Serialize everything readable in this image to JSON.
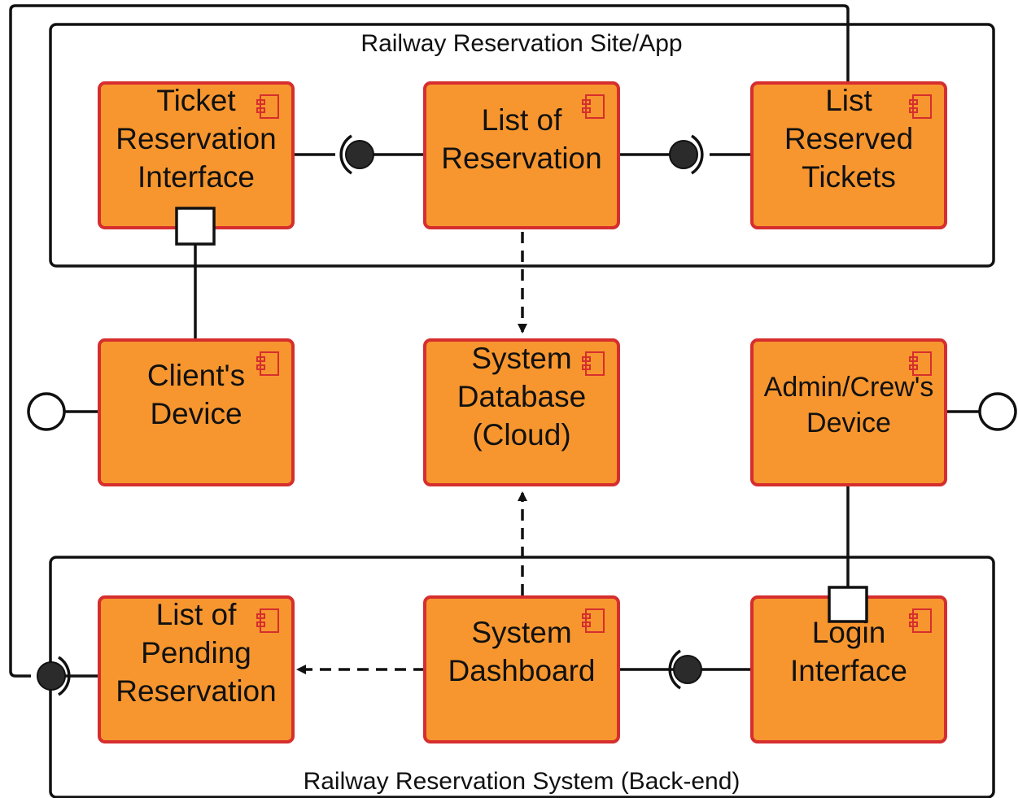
{
  "packages": {
    "frontend": {
      "title": "Railway Reservation Site/App"
    },
    "backend": {
      "title": "Railway Reservation System (Back-end)"
    }
  },
  "components": {
    "ticket_reservation_interface": {
      "lines": [
        "Ticket",
        "Reservation",
        "Interface"
      ]
    },
    "list_of_reservation": {
      "lines": [
        "List of",
        "Reservation"
      ]
    },
    "list_reserved_tickets": {
      "lines": [
        "List",
        "Reserved",
        "Tickets"
      ]
    },
    "clients_device": {
      "lines": [
        "Client's",
        "Device"
      ]
    },
    "system_database": {
      "lines": [
        "System",
        "Database",
        "(Cloud)"
      ]
    },
    "admin_crew_device": {
      "lines": [
        "Admin/Crew's",
        "Device"
      ]
    },
    "list_of_pending_reservation": {
      "lines": [
        "List of",
        "Pending",
        "Reservation"
      ]
    },
    "system_dashboard": {
      "lines": [
        "System",
        "Dashboard"
      ]
    },
    "login_interface": {
      "lines": [
        "Login",
        "Interface"
      ]
    }
  },
  "icons": {
    "component_icon": "uml-component-icon",
    "provided_interface": "ball-icon",
    "required_interface": "socket-icon",
    "port": "port-square-icon"
  },
  "colors": {
    "component_fill": "#f7962f",
    "component_border": "#d62e2e",
    "lines": "#111111",
    "ball": "#2b2b2b"
  }
}
